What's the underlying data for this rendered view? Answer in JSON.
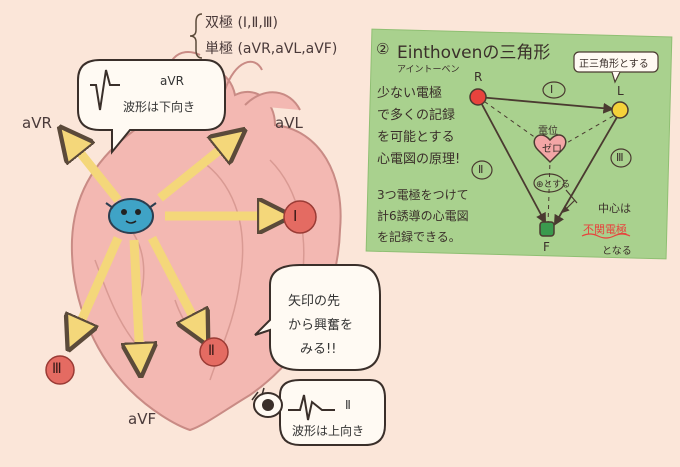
{
  "header": {
    "bipolar": "双極 (Ⅰ,Ⅱ,Ⅲ)",
    "unipolar": "単極 (aVR,aVL,aVF)"
  },
  "leads": {
    "aVR": "aVR",
    "aVL": "aVL",
    "aVF": "aVF",
    "I": "Ⅰ",
    "II": "Ⅱ",
    "III": "Ⅲ"
  },
  "bubbles": {
    "avr_title": "aVR",
    "avr_text": "波形は下向き",
    "arrow_text_1": "矢印の先",
    "arrow_text_2": "から興奮を",
    "arrow_text_3": "みる!!",
    "lead2_title": "Ⅱ",
    "lead2_text": "波形は上向き"
  },
  "panel": {
    "number": "②",
    "title": "Einthovenの三角形",
    "title_reading": "アイントーベン",
    "desc_1": "少ない電極",
    "desc_2": "で多くの記録",
    "desc_3": "を可能とする",
    "desc_4": "心電図の原理!",
    "desc_5": "3つ電極をつけて",
    "desc_6": "計6誘導の心電図",
    "desc_7": "を記録できる。",
    "node_R": "R",
    "node_L": "L",
    "node_F": "F",
    "side_I": "Ⅰ",
    "side_II": "Ⅱ",
    "side_III": "Ⅲ",
    "note_top": "正三角形とする",
    "potential_1": "電位",
    "potential_2": "ゼロ",
    "center_label": "⊕とする",
    "center_1": "中心は",
    "center_2": "不関電極",
    "center_3": "となる"
  },
  "colors": {
    "background": "#fbe6d9",
    "heart": "#f3b8b2",
    "arrow": "#f4d77a",
    "lead_circle": "#e46b62",
    "panel": "#a9d18e",
    "node_R": "#e8433d",
    "node_L": "#f5d23a",
    "node_F": "#3a9a4e"
  }
}
